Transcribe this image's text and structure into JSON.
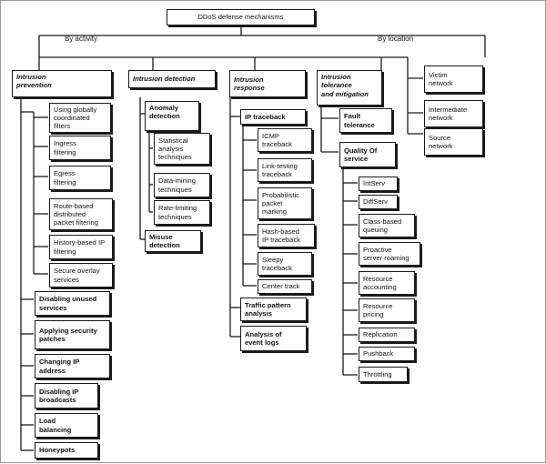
{
  "root": "DDoS defense mechanisms",
  "group_labels": {
    "activity": "By activity",
    "location": "By location"
  },
  "intrusion_prevention": {
    "title": "Intrusion\nprevention",
    "filters": [
      "Using globally\ncoordinated\nfilters",
      "Ingress\nfiltering",
      "Egress\nfiltering",
      "Route-based\ndistributed\npacket filtering",
      "History-based IP\nfiltering",
      "Secure overlay\nservices"
    ],
    "others": [
      "Disabling unused\nservices",
      "Applying security\npatches",
      "Changing IP\naddress",
      "Disabling IP\nbroadcasts",
      "Load\nbalancing",
      "Honeypots"
    ]
  },
  "intrusion_detection": {
    "title": "Intrusion detection",
    "anomaly": "Anomaly\ndetection",
    "anomaly_children": [
      "Statistical\nanalysis\ntechniques",
      "Data-mining\ntechniques",
      "Rate-limiting\ntechniques"
    ],
    "misuse": "Misuse\ndetection"
  },
  "intrusion_response": {
    "title": "Intrusion\nresponse",
    "traceback": "IP traceback",
    "traceback_children": [
      "ICMP\ntraceback",
      "Link-testing\ntraceback",
      "Probabilistic\npacket\nmarking",
      "Hash-based\nIP traceback",
      "Sleepy\ntraceback",
      "Center track"
    ],
    "traffic": "Traffic pattern\nanalysis",
    "event_logs": "Analysis of\nevent logs"
  },
  "intrusion_tolerance": {
    "title": "Intrusion\ntolerance\nand mitigation",
    "fault": "Fault\ntolerance",
    "qos": "Quality  Of\nservice",
    "qos_children": [
      "IntServ",
      "DiffServ",
      "Class-based\nqueuing",
      "Proactive\nserver roaming",
      "Resource\naccounting",
      "Resource\npricing",
      "Replication",
      "Pushback",
      "Throttling"
    ]
  },
  "by_location": [
    "Victim\nnetwork",
    "Intermediate\nnetwork",
    "Source\nnetwork"
  ]
}
